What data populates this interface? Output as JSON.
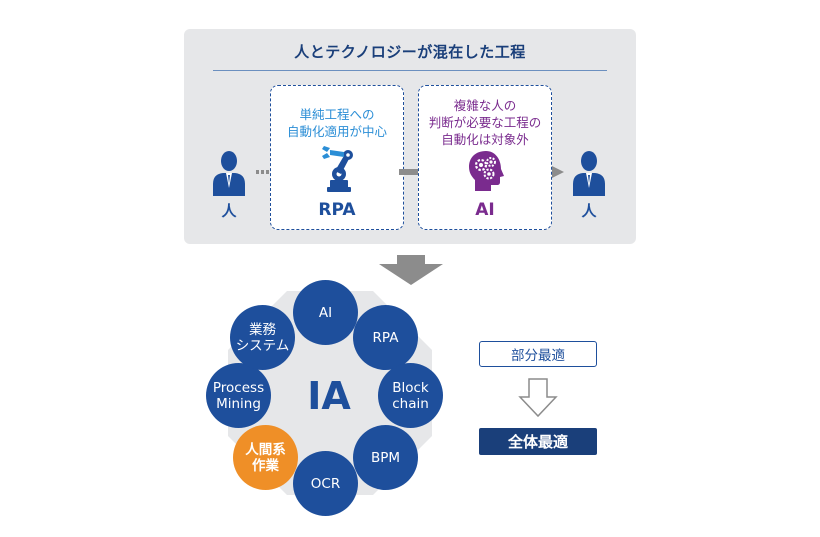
{
  "panel": {
    "title": "人とテクノロジーが混在した工程",
    "person_left_label": "人",
    "person_right_label": "人"
  },
  "rpa": {
    "description_line1": "単純工程への",
    "description_line2": "自動化適用が中心",
    "label": "RPA"
  },
  "ai": {
    "description_line1": "複雑な人の",
    "description_line2": "判断が必要な工程の",
    "description_line3": "自動化は対象外",
    "label": "AI"
  },
  "ia": {
    "center_label": "IA",
    "nodes": [
      {
        "line1": "AI",
        "line2": ""
      },
      {
        "line1": "RPA",
        "line2": ""
      },
      {
        "line1": "Block",
        "line2": "chain"
      },
      {
        "line1": "BPM",
        "line2": ""
      },
      {
        "line1": "OCR",
        "line2": ""
      },
      {
        "line1": "人間系",
        "line2": "作業"
      },
      {
        "line1": "Process",
        "line2": "Mining"
      },
      {
        "line1": "業務",
        "line2": "システム"
      }
    ]
  },
  "optimization": {
    "partial_label": "部分最適",
    "overall_label": "全体最適"
  },
  "colors": {
    "navy": "#1e4f9c",
    "title_navy": "#1a3f7a",
    "light_blue": "#2b8ed6",
    "purple": "#7a2b8e",
    "orange": "#ef8f27",
    "panel_gray": "#e6e7e9",
    "arrow_gray": "#8c8c8c"
  }
}
